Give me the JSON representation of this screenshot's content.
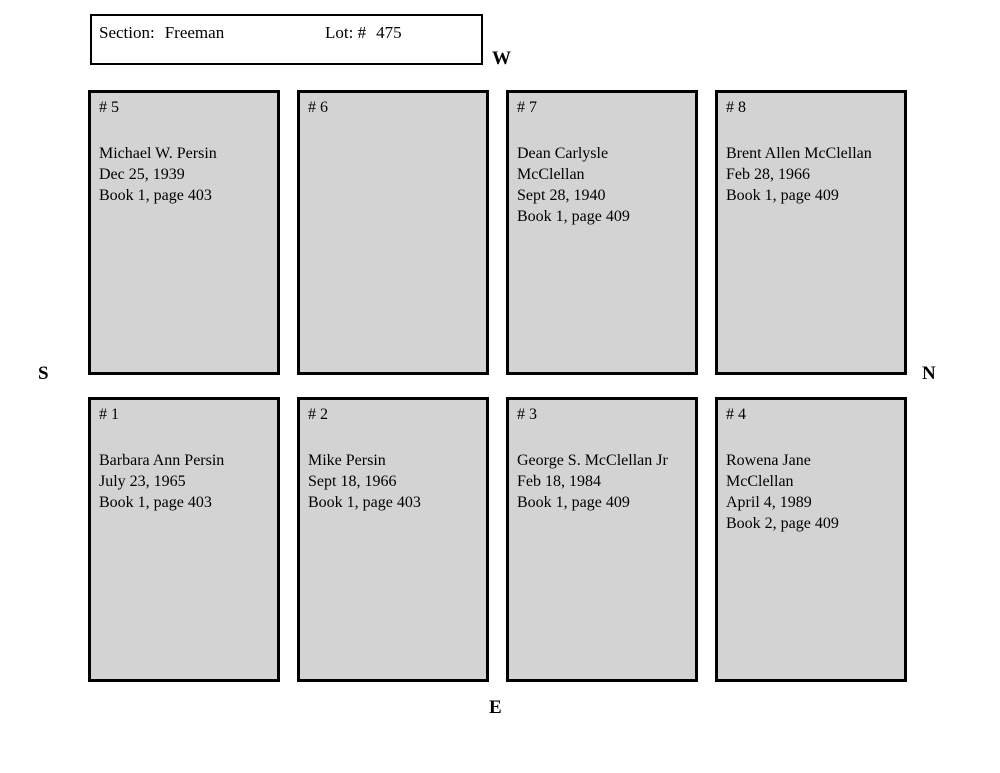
{
  "header": {
    "section_label": "Section:",
    "section_value": "Freeman",
    "lot_label": "Lot: #",
    "lot_value": "475"
  },
  "compass": {
    "west": "W",
    "south": "S",
    "north": "N",
    "east": "E"
  },
  "plots": [
    {
      "number": "# 5",
      "name": "Michael W. Persin",
      "date": "Dec 25, 1939",
      "book": "Book 1, page 403"
    },
    {
      "number": "# 6",
      "name": "",
      "date": "",
      "book": ""
    },
    {
      "number": "# 7",
      "name": "Dean Carlysle McClellan",
      "date": "Sept 28, 1940",
      "book": "Book 1, page 409"
    },
    {
      "number": "# 8",
      "name": "Brent Allen McClellan",
      "date": "Feb 28, 1966",
      "book": "Book 1, page 409"
    },
    {
      "number": "# 1",
      "name": "Barbara Ann Persin",
      "date": "July 23, 1965",
      "book": "Book 1, page 403"
    },
    {
      "number": "# 2",
      "name": "Mike Persin",
      "date": "Sept 18, 1966",
      "book": "Book 1, page 403"
    },
    {
      "number": "# 3",
      "name": "George S. McClellan Jr",
      "date": "Feb 18, 1984",
      "book": "Book 1, page 409"
    },
    {
      "number": "# 4",
      "name": "Rowena Jane McClellan",
      "date": "April 4, 1989",
      "book": "Book 2, page 409"
    }
  ],
  "colors": {
    "plot_fill": "#d3d3d3",
    "border": "#000000",
    "background": "#ffffff"
  }
}
